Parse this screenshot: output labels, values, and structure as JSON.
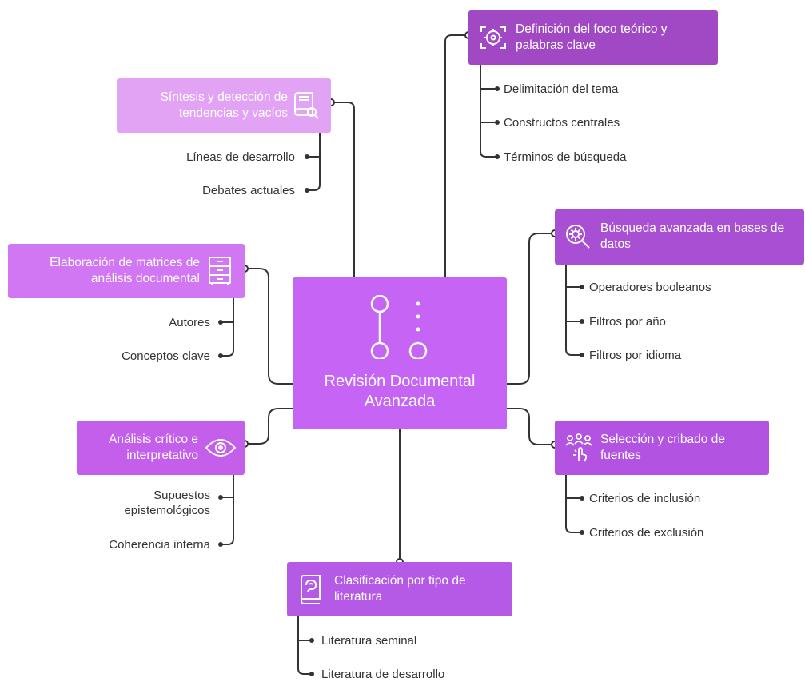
{
  "center": {
    "title": "Revisión Documental Avanzada"
  },
  "colors": {
    "center": "#c664f6",
    "definicion": "#a149c4",
    "sintesis": "#e2a3f5",
    "busqueda": "#a94fd4",
    "matrices": "#d177f3",
    "seleccion": "#b253e2",
    "analisis": "#c45fec",
    "clasificacion": "#b55ae6",
    "connector": "#333333"
  },
  "nodes": {
    "definicion": {
      "title": "Definición del foco teórico y palabras clave",
      "icon": "focus-target-icon",
      "items": [
        "Delimitación del tema",
        "Constructos centrales",
        "Términos de búsqueda"
      ]
    },
    "sintesis": {
      "title": "Síntesis y detección de tendencias y vacíos",
      "icon": "book-search-icon",
      "items": [
        "Líneas de desarrollo",
        "Debates actuales"
      ]
    },
    "busqueda": {
      "title": "Búsqueda avanzada en bases de datos",
      "icon": "search-gear-icon",
      "items": [
        "Operadores booleanos",
        "Filtros por año",
        "Filtros por idioma"
      ]
    },
    "matrices": {
      "title": "Elaboración de matrices de análisis documental",
      "icon": "filing-cabinet-icon",
      "items": [
        "Autores",
        "Conceptos clave"
      ]
    },
    "seleccion": {
      "title": "Selección y cribado de fuentes",
      "icon": "people-select-icon",
      "items": [
        "Criterios de inclusión",
        "Criterios de exclusión"
      ]
    },
    "analisis": {
      "title": "Análisis crítico e interpretativo",
      "icon": "eye-icon",
      "items": [
        "Supuestos epistemológicos",
        "Coherencia interna"
      ]
    },
    "clasificacion": {
      "title": "Clasificación por tipo de literatura",
      "icon": "brain-book-icon",
      "items": [
        "Literatura seminal",
        "Literatura de desarrollo"
      ]
    }
  }
}
